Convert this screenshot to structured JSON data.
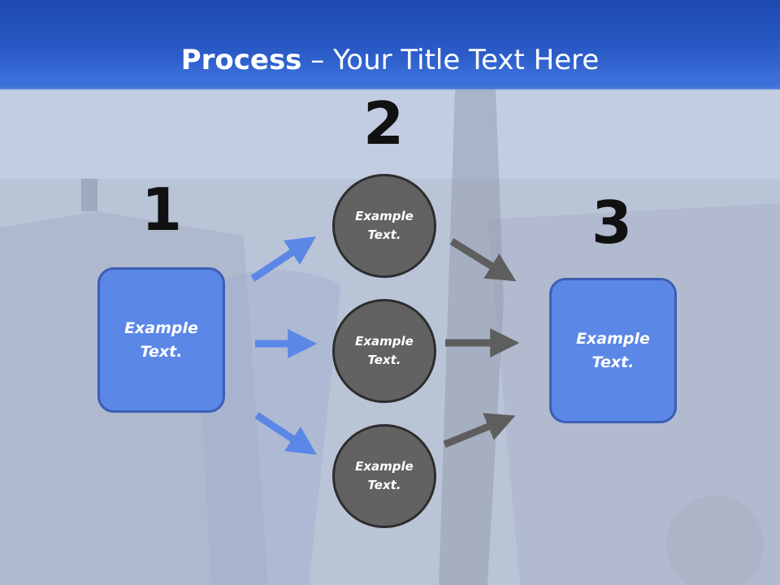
{
  "title": {
    "bold": "Process",
    "rest": " – Your Title Text Here"
  },
  "steps": {
    "one": "1",
    "two": "2",
    "three": "3"
  },
  "left_box": {
    "text": "Example Text."
  },
  "right_box": {
    "text": "Example Text."
  },
  "circles": [
    {
      "text": "Example Text."
    },
    {
      "text": "Example Text."
    },
    {
      "text": "Example Text."
    }
  ],
  "colors": {
    "header": "#1f4db5",
    "box": "#5b87e6",
    "circle": "#626262",
    "blue_arrow": "#5b87e6",
    "gray_arrow": "#5e5e5e"
  }
}
